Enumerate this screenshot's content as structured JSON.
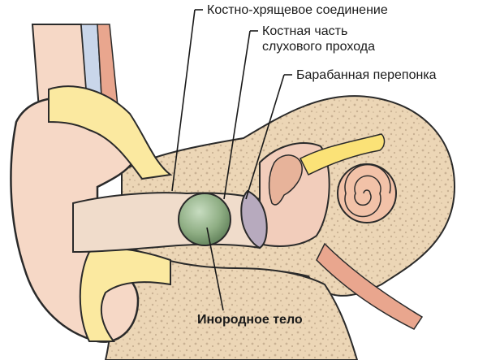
{
  "diagram": {
    "labels": {
      "osteochondral_junction": "Костно-хрящевое соединение",
      "bony_canal_line1": "Костная часть",
      "bony_canal_line2": "слухового прохода",
      "eardrum": "Барабанная перепонка",
      "foreign_body": "Инородное тело"
    },
    "colors": {
      "skin": "#f6d8c6",
      "skin_outline": "#2a2a2a",
      "bone": "#ecd6b6",
      "bone_speckle": "#c9b193",
      "cartilage": "#fbe9a0",
      "canal": "#f0dccb",
      "foreign_body": "#8fae84",
      "eardrum": "#b7aabe",
      "muscle": "#e9a68e",
      "nerve": "#fbe277",
      "vessel": "#c9d6ea"
    }
  }
}
